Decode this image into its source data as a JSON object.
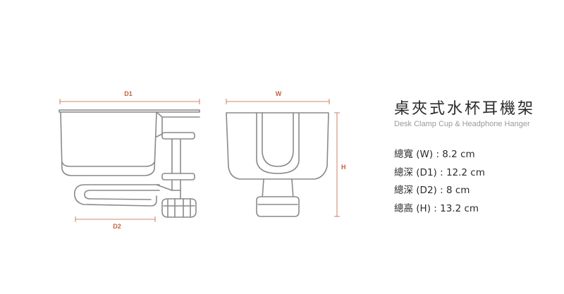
{
  "dimension_labels": {
    "d1": "D1",
    "w": "W",
    "h": "H",
    "d2": "D2"
  },
  "title": "桌夾式水杯耳機架",
  "subtitle": "Desk Clamp Cup & Headphone Hanger",
  "specs": [
    "總寬 (W) : 8.2 cm",
    "總深 (D1) : 12.2 cm",
    "總深 (D2) : 8 cm",
    "總高 (H) : 13.2 cm"
  ],
  "colors": {
    "dimension_lines": "#c2613f",
    "outline": "#8a8a8a",
    "text": "#2b2b2b",
    "subtitle": "#9a9a9a"
  }
}
